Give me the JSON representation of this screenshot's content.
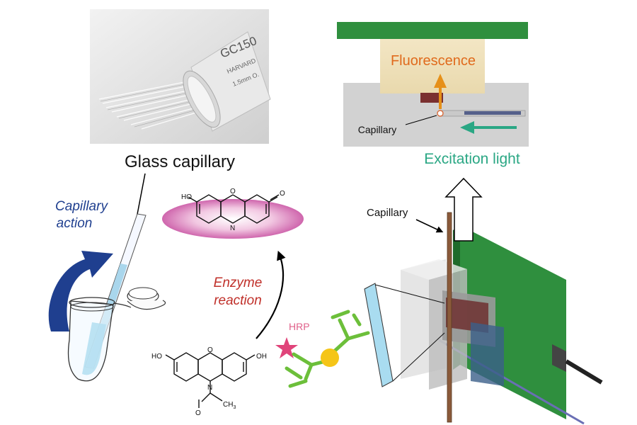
{
  "photo": {
    "caption": "Glass capillary",
    "tube_label_lines": [
      "GC150",
      "HARVARD",
      "1.5mm O."
    ]
  },
  "labels": {
    "capillary_action": [
      "Capillary",
      "action"
    ],
    "enzyme_reaction": [
      "Enzyme",
      "reaction"
    ],
    "hrp": "HRP",
    "capillary_device": "Capillary"
  },
  "detector_inset": {
    "fluorescence": "Fluorescence",
    "capillary": "Capillary",
    "excitation": "Excitation light"
  },
  "molecules": {
    "product": {
      "ho": "HO",
      "o_ring": "O",
      "o_ketone": "O",
      "n": "N"
    },
    "substrate": {
      "ho_left": "HO",
      "o_ring": "O",
      "ho_right": "OH",
      "n": "N",
      "o_acyl": "O",
      "ch3": "CH",
      "ch3_sub": "3"
    }
  },
  "colors": {
    "blue_arrow": "#1f3f8f",
    "enzyme_text": "#c0302a",
    "hrp_text": "#e0608a",
    "fluorescence_text": "#e06a1c",
    "excitation_text": "#2aa784",
    "pcb_green": "#2f8f3e",
    "antibody_green": "#6cbf3a",
    "star_pink": "#e0447a"
  },
  "icons": [
    "glass-capillary-photo",
    "microtube-icon",
    "antibody-icon",
    "star-icon",
    "pcb-board-icon",
    "up-arrow-icon"
  ]
}
